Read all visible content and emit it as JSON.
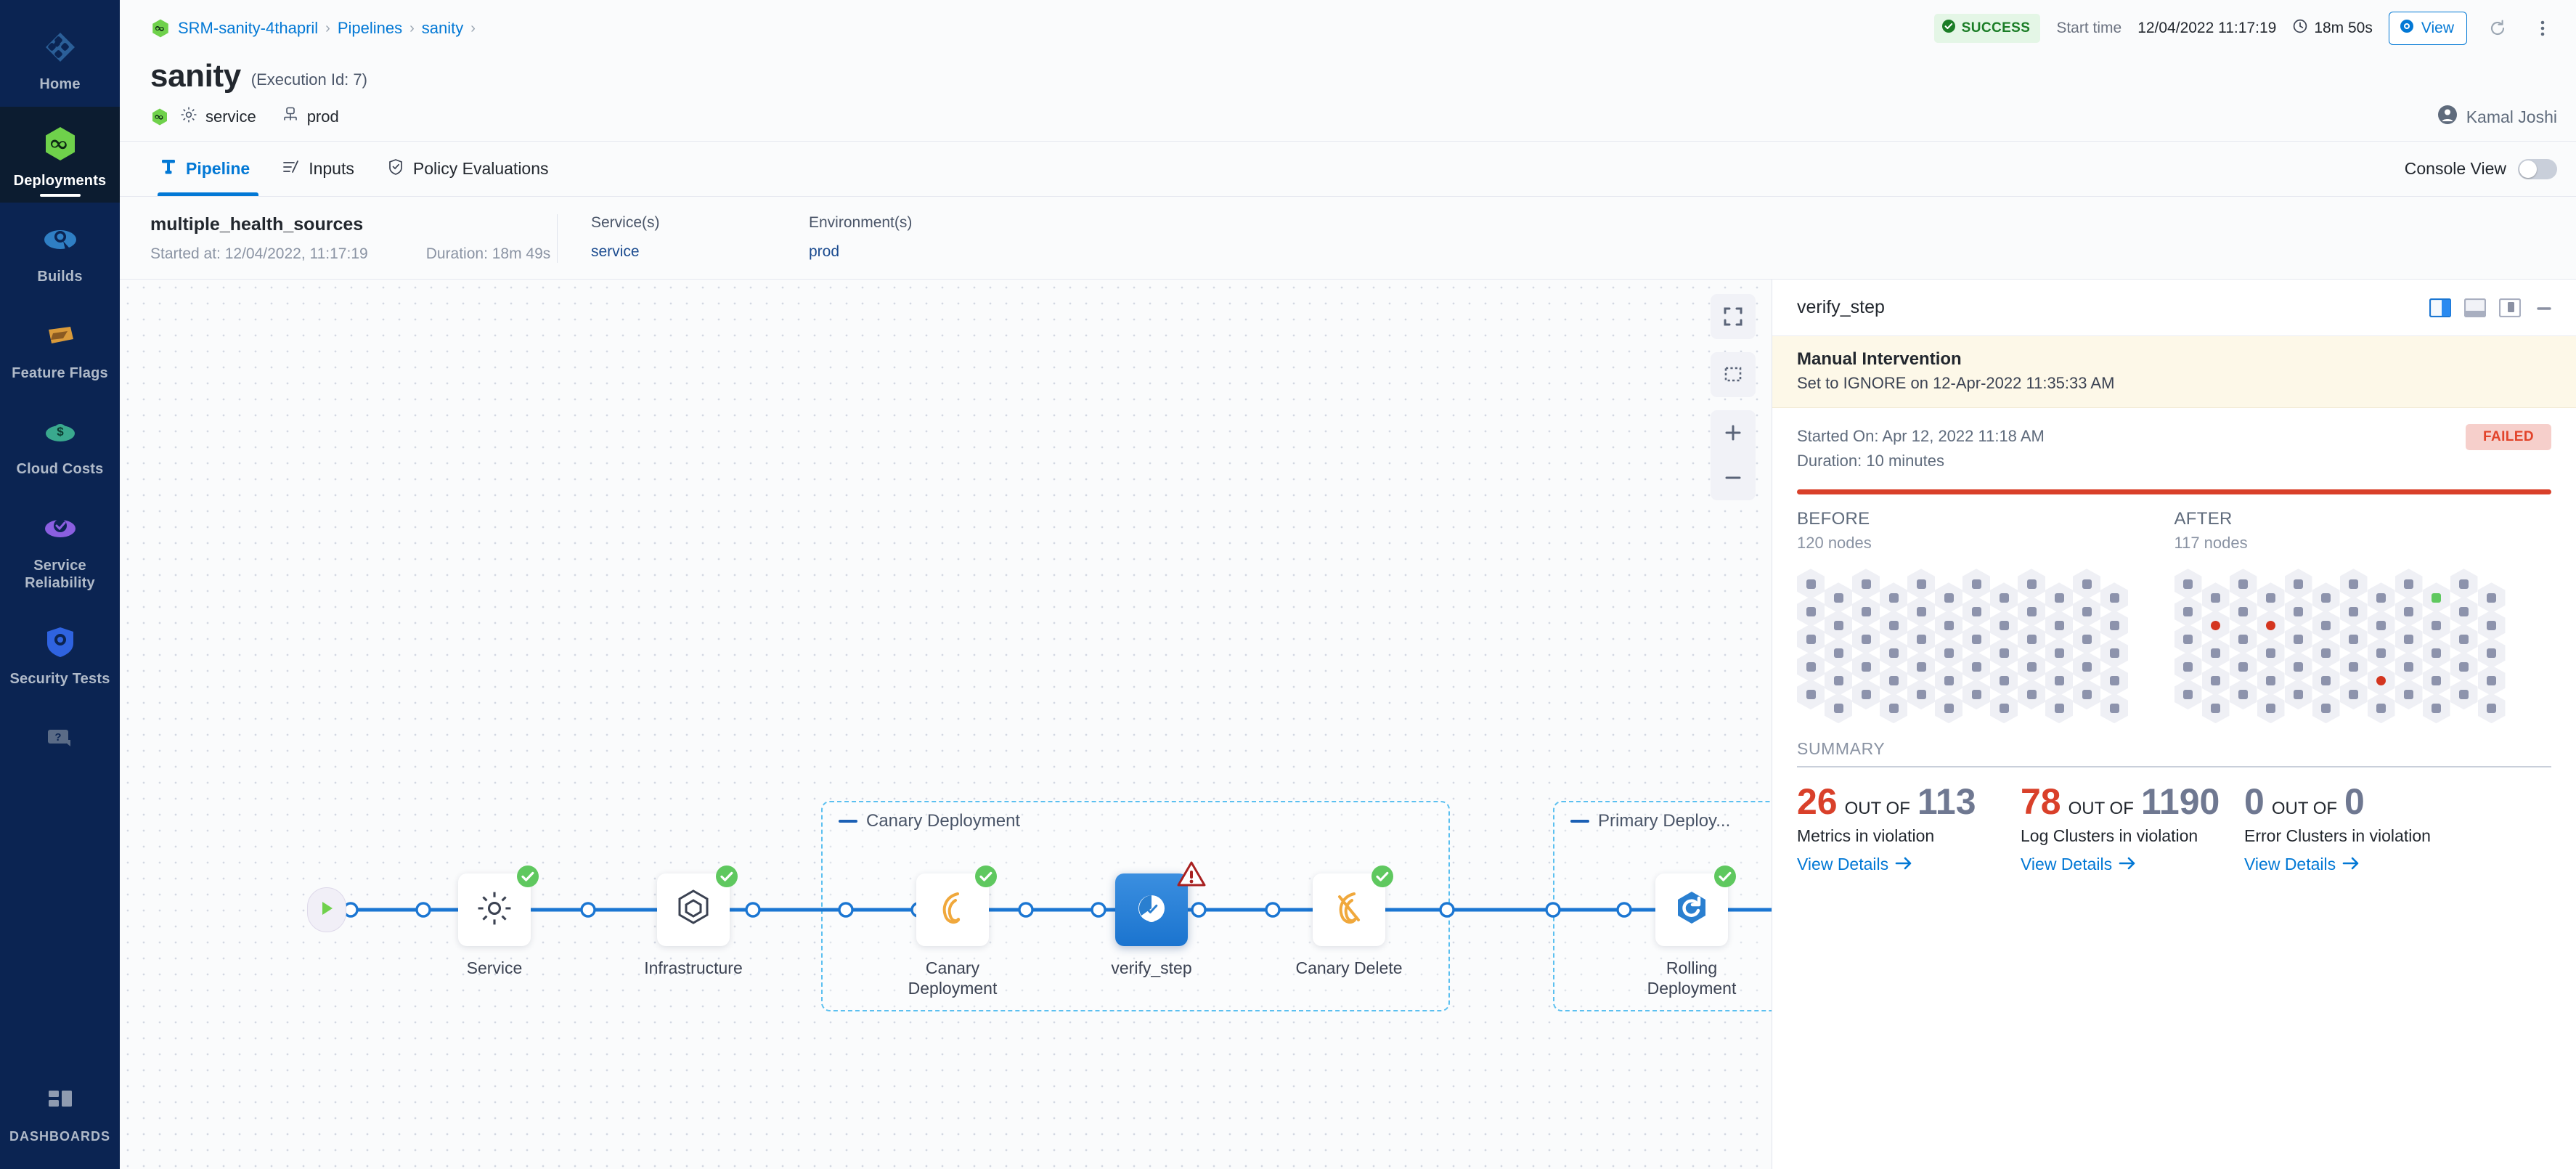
{
  "sidebar": {
    "items": [
      {
        "label": "Home",
        "icon": "home-grid-icon",
        "active": false
      },
      {
        "label": "Deployments",
        "icon": "deployments-infinity-icon",
        "active": true
      },
      {
        "label": "Builds",
        "icon": "builds-icon",
        "active": false
      },
      {
        "label": "Feature Flags",
        "icon": "feature-flags-icon",
        "active": false
      },
      {
        "label": "Cloud Costs",
        "icon": "cloud-costs-icon",
        "active": false
      },
      {
        "label": "Service Reliability",
        "icon": "service-reliability-icon",
        "active": false
      },
      {
        "label": "Security Tests",
        "icon": "security-tests-shield-icon",
        "active": false
      }
    ],
    "help_icon": "help-chat-icon",
    "dashboards": {
      "label": "DASHBOARDS",
      "icon": "dashboards-grid-icon"
    }
  },
  "topbar": {
    "breadcrumbs": [
      {
        "label": "SRM-sanity-4thapril"
      },
      {
        "label": "Pipelines"
      },
      {
        "label": "sanity"
      }
    ],
    "status": {
      "label": "SUCCESS",
      "color": "#1b7d26",
      "bg": "#e4f6e6",
      "icon": "check-circle-icon"
    },
    "start_time_label": "Start time",
    "start_time_value": "12/04/2022 11:17:19",
    "duration": "18m 50s",
    "duration_icon": "clock-icon",
    "view_button": "View",
    "view_icon": "eye-icon",
    "refresh_icon": "refresh-icon",
    "more_icon": "more-vertical-icon"
  },
  "header": {
    "title": "sanity",
    "execution_id": "(Execution Id: 7)",
    "chips": [
      {
        "label": "service",
        "icon": "gear-icon"
      },
      {
        "label": "prod",
        "icon": "environment-icon"
      }
    ],
    "user": {
      "name": "Kamal Joshi",
      "icon": "user-avatar-icon"
    }
  },
  "tabs": {
    "items": [
      {
        "label": "Pipeline",
        "icon": "pipeline-icon",
        "active": true
      },
      {
        "label": "Inputs",
        "icon": "inputs-icon",
        "active": false
      },
      {
        "label": "Policy Evaluations",
        "icon": "policy-shield-icon",
        "active": false
      }
    ],
    "console_view_label": "Console View",
    "console_view_on": false
  },
  "stage_bar": {
    "name": "multiple_health_sources",
    "started_at": "Started at: 12/04/2022, 11:17:19",
    "duration": "Duration: 18m 49s",
    "services_header": "Service(s)",
    "services_value": "service",
    "environments_header": "Environment(s)",
    "environments_value": "prod"
  },
  "canvas": {
    "controls": [
      {
        "name": "fullscreen-icon"
      },
      {
        "name": "selection-box-icon"
      },
      {
        "name": "zoom-in-icon"
      },
      {
        "name": "zoom-out-icon"
      }
    ],
    "start_node_icon": "play-icon",
    "end_node_icon": "stop-icon",
    "groups": [
      {
        "title": "Canary Deployment"
      },
      {
        "title": "Primary Deploy..."
      }
    ],
    "nodes": [
      {
        "label": "Service",
        "icon": "gear-icon",
        "status": "success",
        "selected": false
      },
      {
        "label": "Infrastructure",
        "icon": "infrastructure-hex-icon",
        "status": "success",
        "selected": false
      },
      {
        "label": "Canary Deployment",
        "icon": "canary-bird-icon",
        "status": "success",
        "selected": false
      },
      {
        "label": "verify_step",
        "icon": "verify-icon",
        "status": "warning",
        "selected": true
      },
      {
        "label": "Canary Delete",
        "icon": "canary-delete-icon",
        "status": "success",
        "selected": false
      },
      {
        "label": "Rolling Deployment",
        "icon": "rolling-deployment-icon",
        "status": "success",
        "selected": false
      }
    ]
  },
  "detail": {
    "title": "verify_step",
    "pane_icons": [
      "pane-right-icon",
      "pane-bottom-icon",
      "pane-float-icon",
      "minimize-icon"
    ],
    "notice": {
      "title": "Manual Intervention",
      "subtitle": "Set to IGNORE on 12-Apr-2022 11:35:33 AM"
    },
    "started_on": "Started On: Apr 12, 2022 11:18 AM",
    "duration": "Duration: 10 minutes",
    "status_badge": {
      "label": "FAILED",
      "color": "#e2432a",
      "bg": "#f6cfcb"
    },
    "progress_color": "#d9402a",
    "before": {
      "header": "BEFORE",
      "nodes": "120 nodes"
    },
    "after": {
      "header": "AFTER",
      "nodes": "117 nodes"
    },
    "summary_header": "SUMMARY",
    "stats": [
      {
        "value": "26",
        "value_color": "red",
        "out_of_label": "OUT OF",
        "total": "113",
        "total_color": "grey",
        "description": "Metrics in violation",
        "link": "View Details"
      },
      {
        "value": "78",
        "value_color": "red",
        "out_of_label": "OUT OF",
        "total": "1190",
        "total_color": "grey",
        "description": "Log Clusters in violation",
        "link": "View Details"
      },
      {
        "value": "0",
        "value_color": "grey",
        "out_of_label": "OUT OF",
        "total": "0",
        "total_color": "grey",
        "description": "Error Clusters in violation",
        "link": "View Details"
      }
    ]
  },
  "hex_grid": {
    "before_cols": 12,
    "before_rows": 5,
    "after_cols": 12,
    "after_rows": 5,
    "after_highlights": [
      {
        "col": 9,
        "row": 0,
        "color": "green"
      },
      {
        "col": 1,
        "row": 1,
        "color": "red"
      },
      {
        "col": 3,
        "row": 1,
        "color": "red"
      },
      {
        "col": 7,
        "row": 3,
        "color": "red"
      }
    ]
  }
}
